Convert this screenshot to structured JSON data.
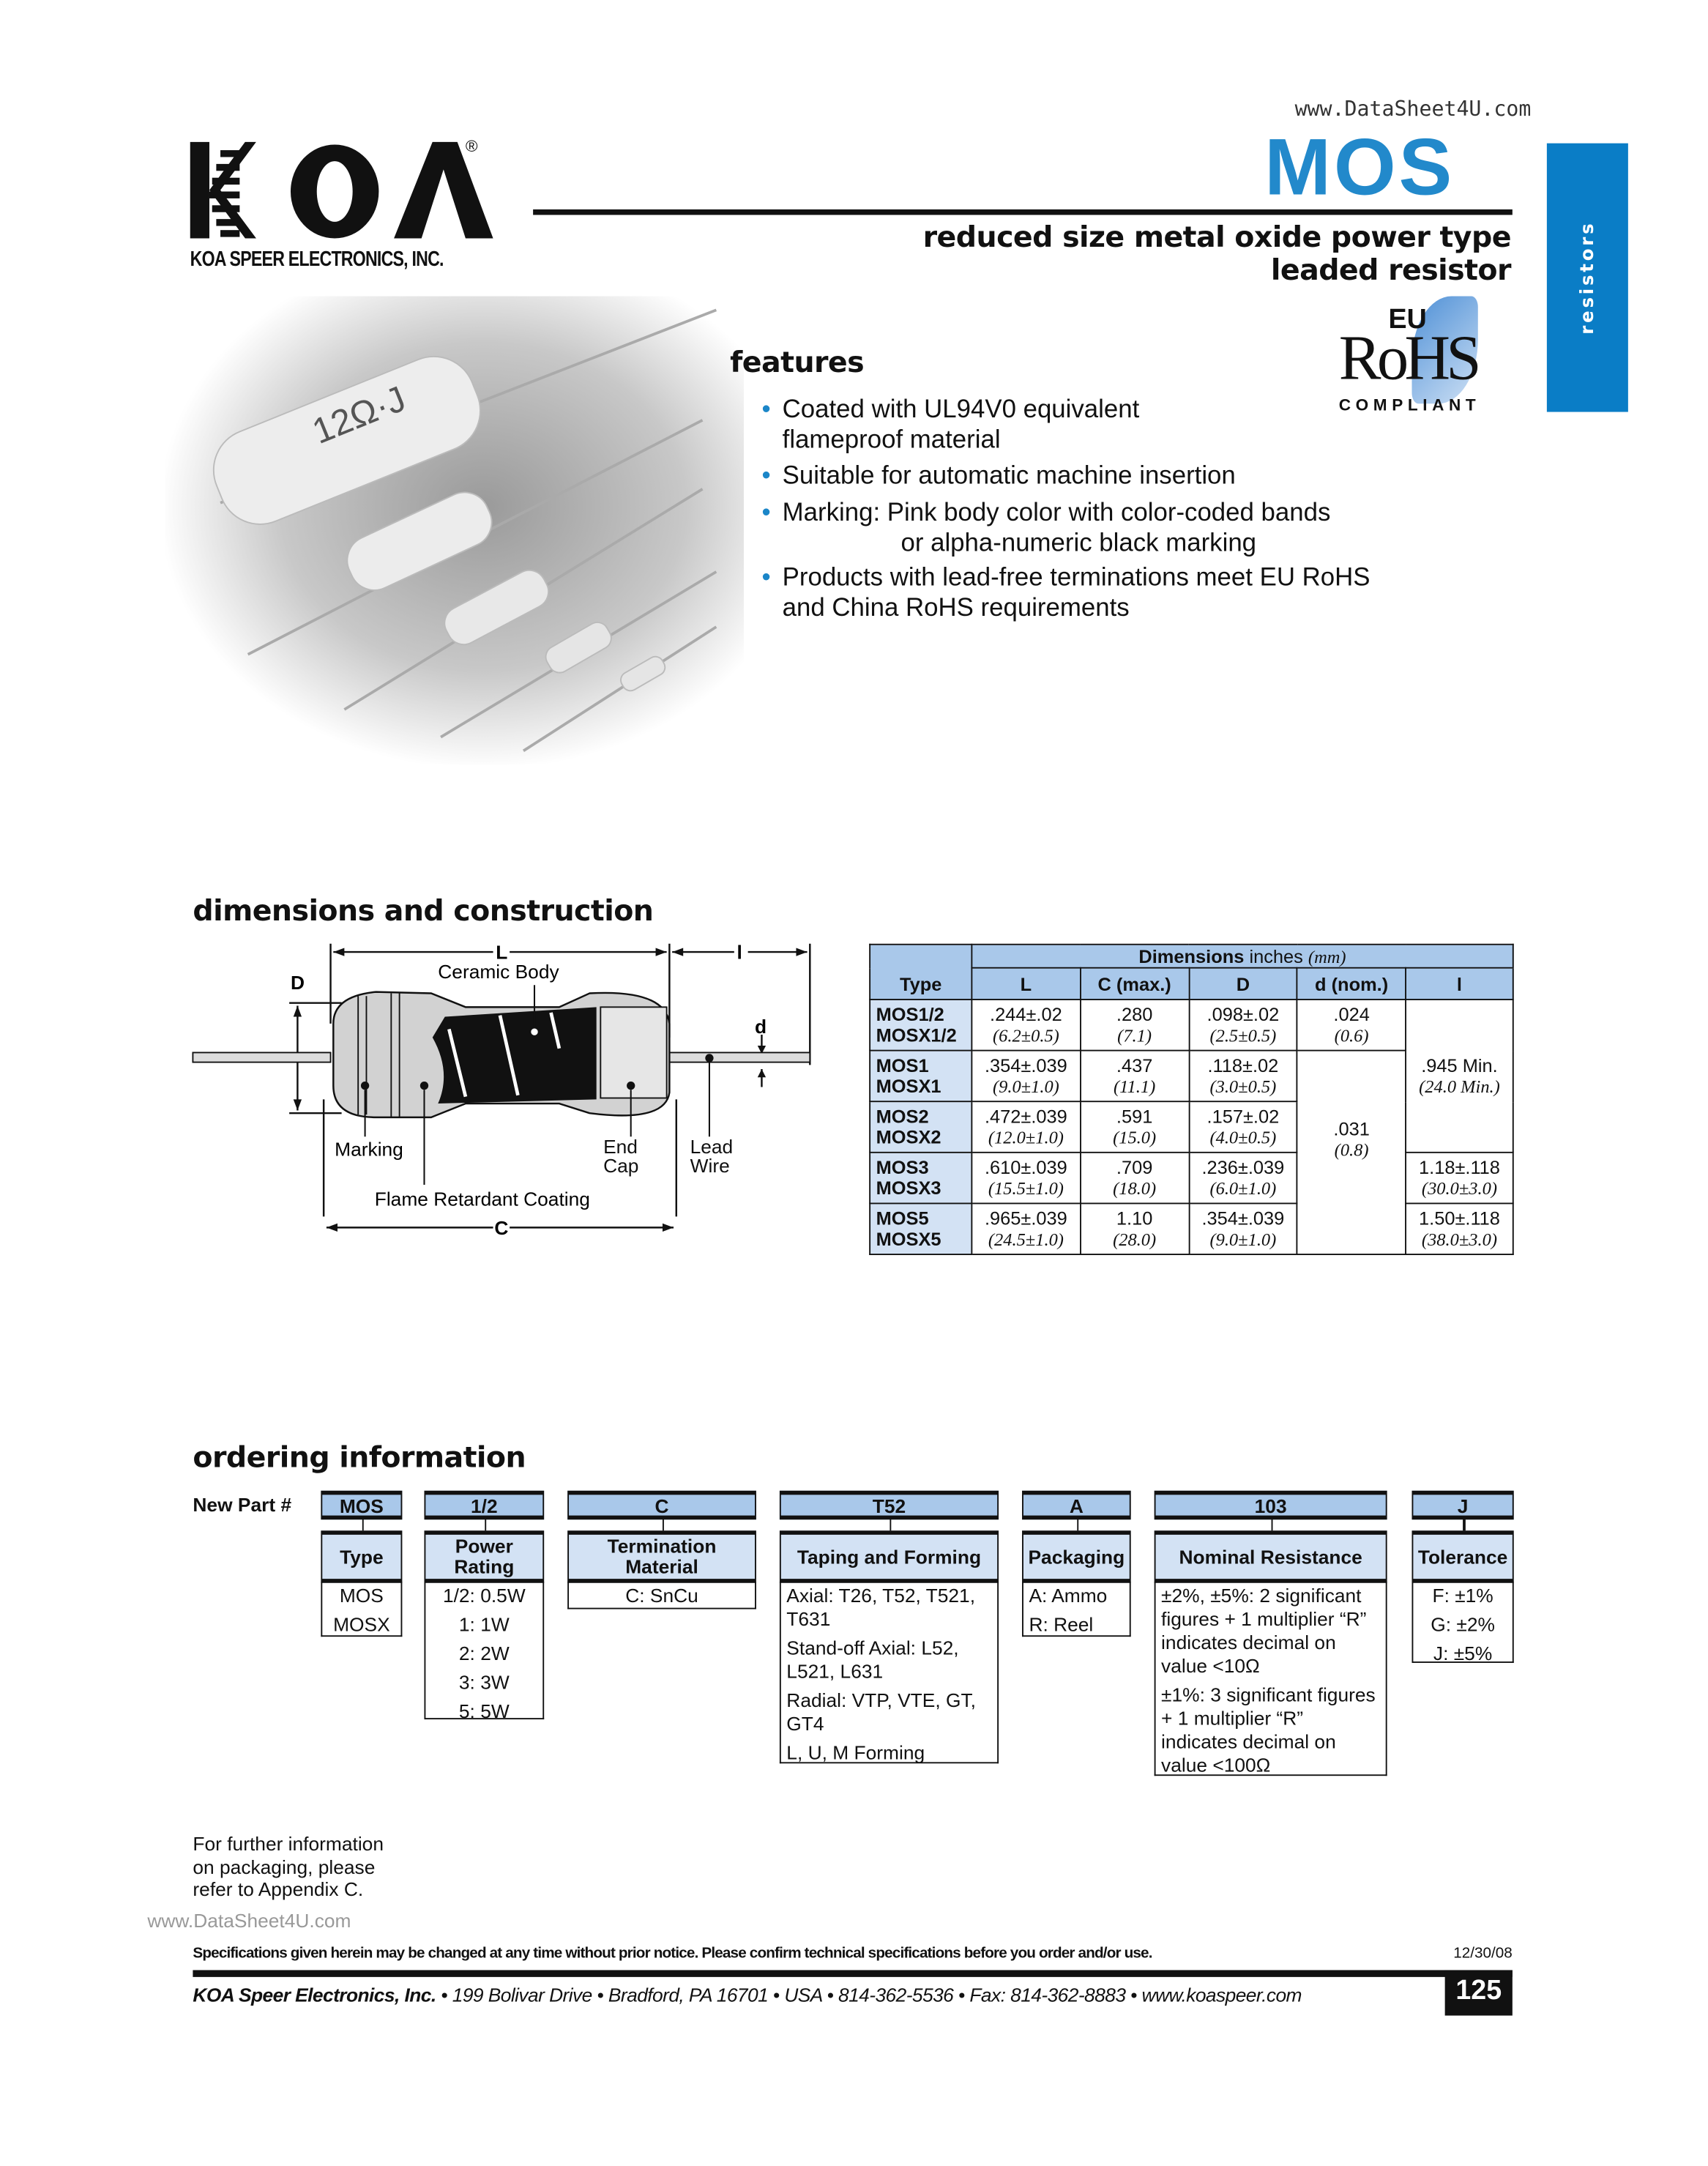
{
  "header": {
    "company_logo": "KOA",
    "company_name": "KOA SPEER ELECTRONICS, INC.",
    "series": "MOS",
    "watermark": "www.DataSheet4U.com",
    "side_tab": "resistors",
    "title_line1": "reduced size metal oxide power type",
    "title_line2": "leaded resistor",
    "rohs": {
      "eu": "EU",
      "mark": "RoHS",
      "compliant": "COMPLIANT"
    }
  },
  "photo": {
    "marking": "12Ω·J"
  },
  "features": {
    "heading": "features",
    "items": [
      {
        "lines": [
          "Coated with UL94V0 equivalent",
          "flameproof material"
        ]
      },
      {
        "lines": [
          "Suitable for automatic machine insertion"
        ]
      },
      {
        "lines": [
          "Marking: Pink body color with color-coded bands",
          "or alpha-numeric black marking"
        ]
      },
      {
        "lines": [
          "Products with lead-free terminations meet EU RoHS",
          "and China RoHS requirements"
        ]
      }
    ]
  },
  "dimensions": {
    "heading": "dimensions and construction",
    "diagram_labels": {
      "L": "L",
      "l": "l",
      "D": "D",
      "d": "d",
      "C": "C",
      "ceramic_body": "Ceramic Body",
      "marking": "Marking",
      "end_cap": "End Cap",
      "lead_wire": "Lead Wire",
      "flame": "Flame Retardant Coating"
    },
    "table": {
      "group_header_bold": "Dimensions",
      "group_header_units": " inches ",
      "group_header_mm": "(mm)",
      "columns": [
        "Type",
        "L",
        "C (max.)",
        "D",
        "d (nom.)",
        "l"
      ],
      "rows": [
        {
          "type": [
            "MOS1/2",
            "MOSX1/2"
          ],
          "L": [
            ".244±.02",
            "(6.2±0.5)"
          ],
          "C": [
            ".280",
            "(7.1)"
          ],
          "D": [
            ".098±.02",
            "(2.5±0.5)"
          ]
        },
        {
          "type": [
            "MOS1",
            "MOSX1"
          ],
          "L": [
            ".354±.039",
            "(9.0±1.0)"
          ],
          "C": [
            ".437",
            "(11.1)"
          ],
          "D": [
            ".118±.02",
            "(3.0±0.5)"
          ]
        },
        {
          "type": [
            "MOS2",
            "MOSX2"
          ],
          "L": [
            ".472±.039",
            "(12.0±1.0)"
          ],
          "C": [
            ".591",
            "(15.0)"
          ],
          "D": [
            ".157±.02",
            "(4.0±0.5)"
          ]
        },
        {
          "type": [
            "MOS3",
            "MOSX3"
          ],
          "L": [
            ".610±.039",
            "(15.5±1.0)"
          ],
          "C": [
            ".709",
            "(18.0)"
          ],
          "D": [
            ".236±.039",
            "(6.0±1.0)"
          ]
        },
        {
          "type": [
            "MOS5",
            "MOSX5"
          ],
          "L": [
            ".965±.039",
            "(24.5±1.0)"
          ],
          "C": [
            "1.10",
            "(28.0)"
          ],
          "D": [
            ".354±.039",
            "(9.0±1.0)"
          ]
        }
      ],
      "d_values": [
        [
          ".024",
          "(0.6)"
        ],
        [
          ".031",
          "(0.8)"
        ]
      ],
      "l_values": [
        [
          ".945 Min.",
          "(24.0 Min.)"
        ],
        [
          "1.18±.118",
          "(30.0±3.0)"
        ],
        [
          "1.50±.118",
          "(38.0±3.0)"
        ]
      ]
    }
  },
  "ordering": {
    "heading": "ordering information",
    "new_part_label": "New Part #",
    "fields": [
      {
        "code": "MOS",
        "head": "Type",
        "body": [
          "MOS",
          "MOSX"
        ]
      },
      {
        "code": "1/2",
        "head": "Power Rating",
        "body": [
          "1/2: 0.5W",
          "1: 1W",
          "2: 2W",
          "3: 3W",
          "5: 5W"
        ]
      },
      {
        "code": "C",
        "head": "Termination Material",
        "body": [
          "C: SnCu"
        ]
      },
      {
        "code": "T52",
        "head": "Taping and Forming",
        "body": [
          "Axial: T26, T52, T521, T631",
          "Stand-off Axial: L52, L521, L631",
          "Radial: VTP, VTE, GT, GT4",
          "L, U, M Forming"
        ]
      },
      {
        "code": "A",
        "head": "Packaging",
        "body": [
          "A: Ammo",
          "R: Reel"
        ]
      },
      {
        "code": "103",
        "head": "Nominal Resistance",
        "body": [
          "±2%, ±5%: 2 significant figures + 1 multiplier “R” indicates decimal on value <10Ω",
          "±1%: 3 significant figures + 1 multiplier “R” indicates decimal on value <100Ω"
        ]
      },
      {
        "code": "J",
        "head": "Tolerance",
        "body": [
          "F: ±1%",
          "G: ±2%",
          "J: ±5%"
        ]
      }
    ],
    "note": [
      "For further information",
      "on packaging, please",
      "refer to Appendix C."
    ],
    "watermark": "www.DataSheet4U.com"
  },
  "footer": {
    "disclaimer": "Specifications given herein may be changed at any time without prior notice. Please confirm technical specifications before you order and/or use.",
    "date": "12/30/08",
    "company": "KOA Speer Electronics, Inc.",
    "address": " • 199 Bolivar Drive • Bradford, PA 16701 • USA • 814-362-5536 • Fax: 814-362-8883 • www.koaspeer.com",
    "page_number": "125"
  },
  "colors": {
    "accent_blue": "#0a7dc6",
    "table_header": "#a9c8ea",
    "table_type": "#d3e2f4"
  }
}
